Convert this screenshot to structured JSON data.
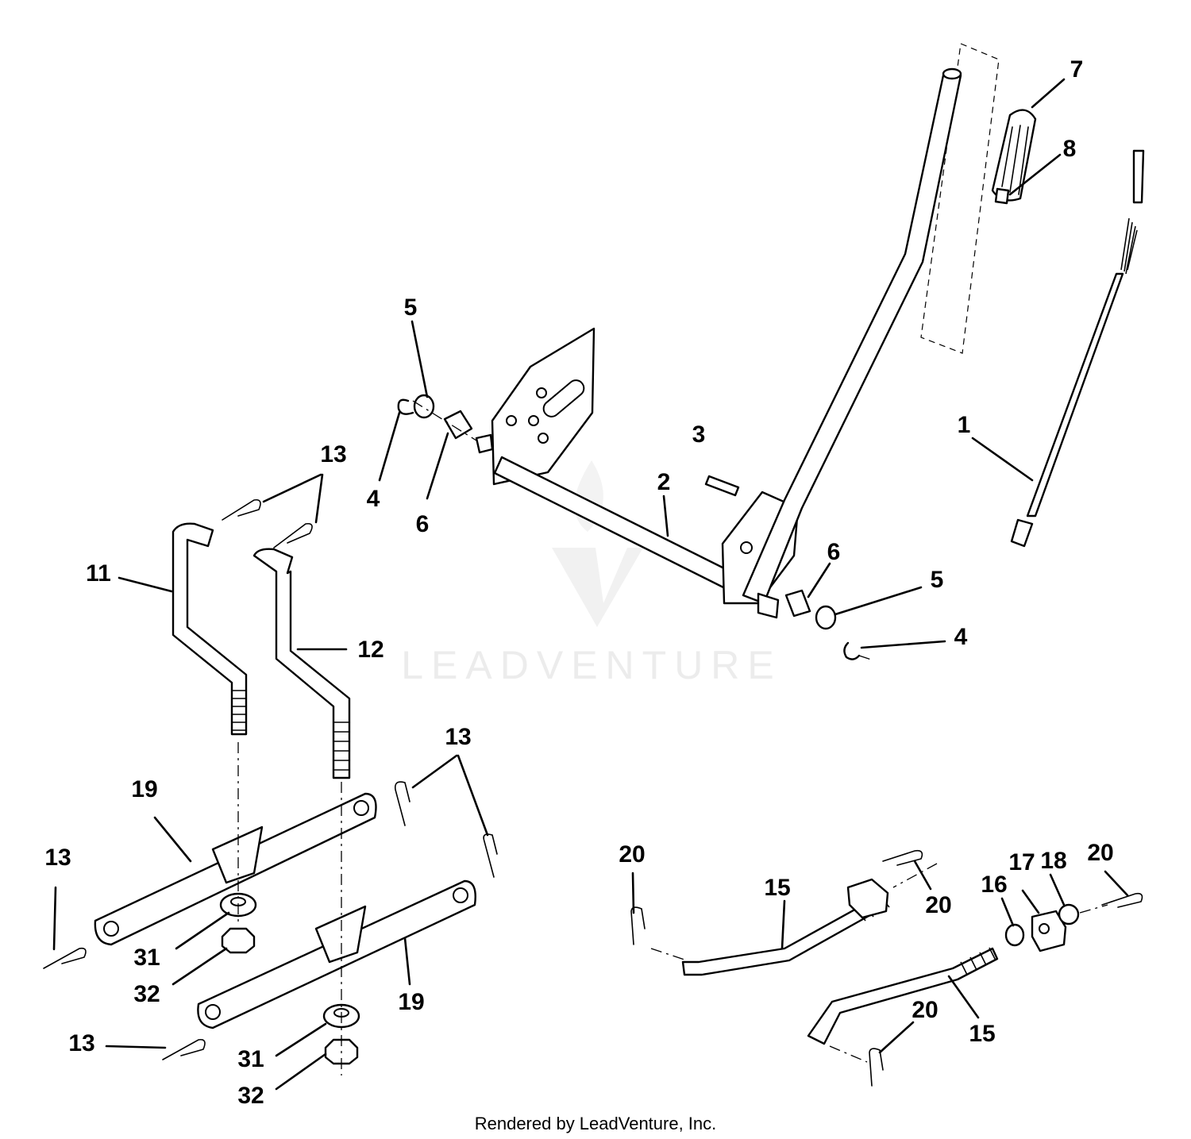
{
  "watermark": {
    "text": "LEADVENTURE"
  },
  "footer": {
    "text": "Rendered by LeadVenture, Inc."
  },
  "callouts": [
    {
      "id": "c1",
      "label": "1"
    },
    {
      "id": "c2",
      "label": "2"
    },
    {
      "id": "c3",
      "label": "3"
    },
    {
      "id": "c4a",
      "label": "4"
    },
    {
      "id": "c4b",
      "label": "4"
    },
    {
      "id": "c5a",
      "label": "5"
    },
    {
      "id": "c5b",
      "label": "5"
    },
    {
      "id": "c6a",
      "label": "6"
    },
    {
      "id": "c6b",
      "label": "6"
    },
    {
      "id": "c7",
      "label": "7"
    },
    {
      "id": "c8",
      "label": "8"
    },
    {
      "id": "c11",
      "label": "11"
    },
    {
      "id": "c12",
      "label": "12"
    },
    {
      "id": "c13a",
      "label": "13"
    },
    {
      "id": "c13b",
      "label": "13"
    },
    {
      "id": "c13c",
      "label": "13"
    },
    {
      "id": "c13d",
      "label": "13"
    },
    {
      "id": "c15a",
      "label": "15"
    },
    {
      "id": "c15b",
      "label": "15"
    },
    {
      "id": "c16",
      "label": "16"
    },
    {
      "id": "c17",
      "label": "17"
    },
    {
      "id": "c18",
      "label": "18"
    },
    {
      "id": "c19a",
      "label": "19"
    },
    {
      "id": "c19b",
      "label": "19"
    },
    {
      "id": "c20a",
      "label": "20"
    },
    {
      "id": "c20b",
      "label": "20"
    },
    {
      "id": "c20c",
      "label": "20"
    },
    {
      "id": "c20d",
      "label": "20"
    },
    {
      "id": "c31a",
      "label": "31"
    },
    {
      "id": "c31b",
      "label": "31"
    },
    {
      "id": "c32a",
      "label": "32"
    },
    {
      "id": "c32b",
      "label": "32"
    }
  ]
}
